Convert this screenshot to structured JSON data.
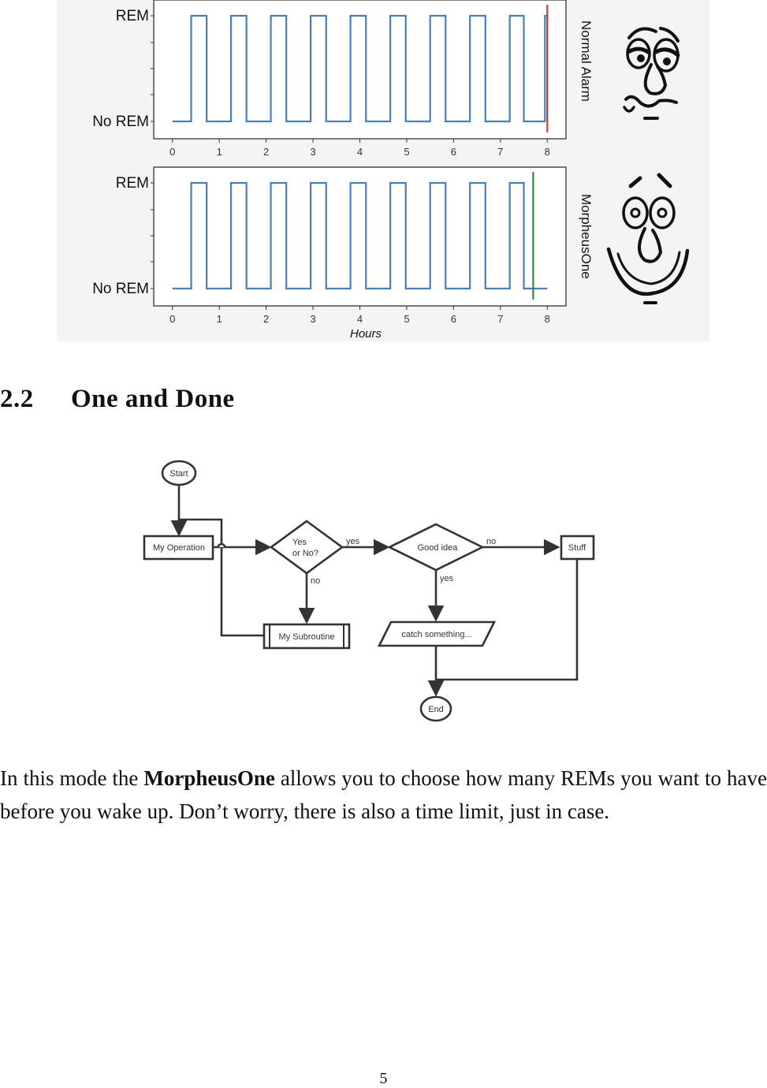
{
  "chart_data": [
    {
      "type": "line",
      "title": "",
      "xlabel": "",
      "ylabel": "",
      "side_label": "Normal Alarm",
      "y_ticks": [
        "REM",
        "No REM"
      ],
      "x_ticks": [
        "0",
        "1",
        "2",
        "3",
        "4",
        "5",
        "6",
        "7",
        "8"
      ],
      "xlim": [
        -0.4,
        8.4
      ],
      "series": [
        {
          "color": "#4a7fb6",
          "high_intervals": [
            [
              0.4,
              0.73
            ],
            [
              1.25,
              1.58
            ],
            [
              2.1,
              2.43
            ],
            [
              2.95,
              3.28
            ],
            [
              3.8,
              4.13
            ],
            [
              4.65,
              4.98
            ],
            [
              5.5,
              5.83
            ],
            [
              6.35,
              6.68
            ],
            [
              7.2,
              7.5
            ],
            [
              7.95,
              8.0
            ]
          ],
          "x_range": [
            0.0,
            8.0
          ]
        }
      ],
      "marker_line": {
        "x": 8.0,
        "color": "#e03a35"
      },
      "face": "tired-face-icon"
    },
    {
      "type": "line",
      "title": "",
      "xlabel": "Hours",
      "ylabel": "",
      "side_label": "MorpheusOne",
      "y_ticks": [
        "REM",
        "No REM"
      ],
      "x_ticks": [
        "0",
        "1",
        "2",
        "3",
        "4",
        "5",
        "6",
        "7",
        "8"
      ],
      "xlim": [
        -0.4,
        8.4
      ],
      "series": [
        {
          "color": "#4a7fb6",
          "high_intervals": [
            [
              0.4,
              0.73
            ],
            [
              1.25,
              1.58
            ],
            [
              2.1,
              2.43
            ],
            [
              2.95,
              3.28
            ],
            [
              3.8,
              4.13
            ],
            [
              4.65,
              4.98
            ],
            [
              5.5,
              5.83
            ],
            [
              6.35,
              6.68
            ],
            [
              7.2,
              7.5
            ]
          ],
          "x_range": [
            0.0,
            8.0
          ]
        }
      ],
      "marker_line": {
        "x": 7.7,
        "color": "#2e8b2e"
      },
      "face": "happy-face-icon"
    }
  ],
  "section": {
    "number": "2.2",
    "title": "One and Done"
  },
  "flowchart": {
    "start": "Start",
    "operation": "My Operation",
    "decision1_line1": "Yes",
    "decision1_line2": "or No?",
    "yes_label_1": "yes",
    "no_label_1": "no",
    "decision2": "Good idea",
    "no_label_2": "no",
    "yes_label_2": "yes",
    "stuff": "Stuff",
    "subroutine": "My Subroutine",
    "io": "catch something...",
    "end": "End"
  },
  "paragraph": {
    "before": "In this mode the ",
    "bold": "MorpheusOne",
    "after": " allows you to choose how many REMs you want to have before you wake up. Don’t worry, there is also a time limit, just in case."
  },
  "page_number": "5"
}
